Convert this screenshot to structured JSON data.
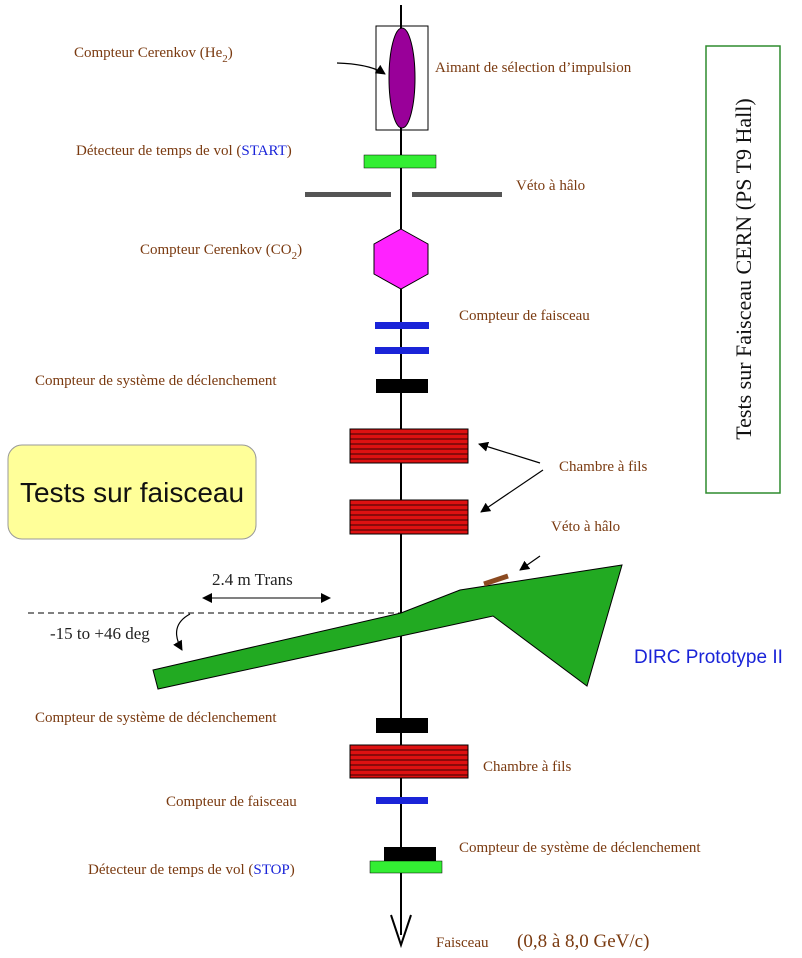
{
  "labels": {
    "cerenkov_he_pre": "Compteur Cerenkov (He",
    "cerenkov_he_sub": "2",
    "cerenkov_he_post": ")",
    "aimant": "Aimant de sélection d’impulsion",
    "tof_start_pre": "Détecteur de temps de vol (",
    "tof_start_mid": "START",
    "tof_start_post": ")",
    "veto_halo_top": "Véto à hâlo",
    "cerenkov_co2_pre": "Compteur Cerenkov (CO",
    "cerenkov_co2_sub": "2",
    "cerenkov_co2_post": ")",
    "beam_counter_top": "Compteur de faisceau",
    "trigger_top": "Compteur de système de déclenchement",
    "wire_chamber_top": "Chambre à fils",
    "veto_halo_mid": "Véto à hâlo",
    "trans": "2.4 m Trans",
    "angle": "-15 to +46 deg",
    "dirc": "DIRC Prototype II",
    "trigger_mid": "Compteur de système de déclenchement",
    "wire_chamber_bottom": "Chambre à fils",
    "beam_counter_bottom": "Compteur de faisceau",
    "trigger_bottom": "Compteur de système de déclenchement",
    "tof_stop_pre": "Détecteur de temps de vol (",
    "tof_stop_mid": "STOP",
    "tof_stop_post": ")",
    "faisceau_label": "Faisceau",
    "faisceau_energy": "(0,8 à 8,0 GeV/c)"
  },
  "title_box": {
    "text": "Tests sur faisceau",
    "fill": "#ffff99"
  },
  "vertical_box": {
    "text": "Tests sur Faisceau CERN (PS T9 Hall)",
    "border": "#2e8b2e"
  },
  "colors": {
    "beam_line": "#000000",
    "magnet": "#990099",
    "start_counter": "#33ee33",
    "veto": "#555555",
    "cerenkov_co2": "#ff22ff",
    "beam_counter": "#1a24d8",
    "trigger_counter": "#000000",
    "wire_chamber": "#dd1111",
    "wire_stripes": "#000000",
    "dirc": "#22aa22",
    "veto_mid": "#8b4a20",
    "stop_counter": "#33ee33"
  }
}
